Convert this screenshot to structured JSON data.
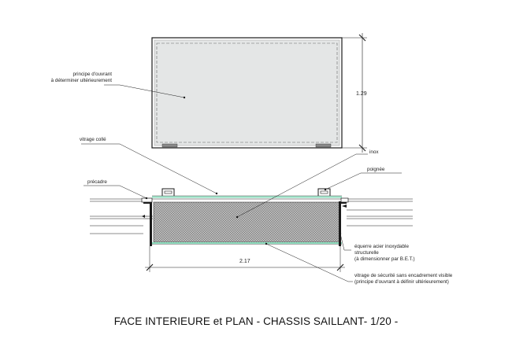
{
  "labels": {
    "principe_line1": "principe d'ouvrant",
    "principe_line2": "à déterminer ultérieurement",
    "vitrage_colle": "vitrage  collé",
    "inox": "inox",
    "poignee": "poignée",
    "precadre": "précadre",
    "equerre_line1": "équerre acier inoxydable",
    "equerre_line2": "structurelle",
    "equerre_line3": "(à dimensionner par B.E.T.)",
    "vitrage_securite_line1": "vitrage de sécurité sans encadrement visible",
    "vitrage_securite_line2": "(principe d'ouvrant à définir ultérieurement)"
  },
  "dimensions": {
    "height": "1.29",
    "width": "2.17"
  },
  "title": "FACE INTERIEURE et PLAN  - CHASSIS SAILLANT- 1/20 -",
  "colors": {
    "line": "#1a1a1a",
    "glass_fill": "#e4e6e6",
    "glass_edge": "#8fe0c0",
    "hatch": "#7a7a7a"
  }
}
